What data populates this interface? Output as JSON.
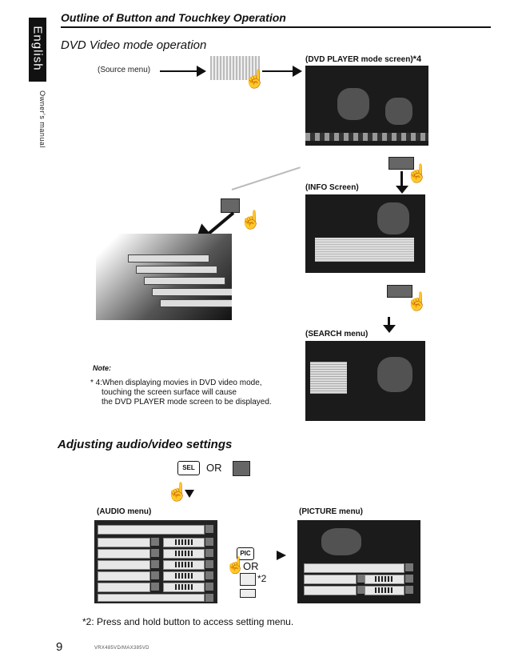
{
  "side_tab": {
    "language": "English",
    "manual_label": "Owner's manual"
  },
  "header": {
    "title": "Outline of Button and Touchkey Operation"
  },
  "section1": {
    "title": "DVD Video mode operation",
    "source_menu_label": "(Source menu)",
    "dvd_player_caption": "(DVD PLAYER mode screen)",
    "dvd_player_footnote_mark": "*4",
    "info_caption": "(INFO Screen)",
    "search_caption": "(SEARCH menu)"
  },
  "note": {
    "title": "Note:",
    "lines": [
      "* 4:When displaying movies in DVD video mode,",
      "touching the screen surface will cause",
      "the DVD PLAYER mode screen to be displayed."
    ]
  },
  "section2": {
    "title": "Adjusting audio/video settings",
    "sel_button": "SEL",
    "or_text": "OR",
    "audio_caption": "(AUDIO menu)",
    "picture_caption": "(PICTURE menu)",
    "pic_button": "PIC",
    "middle_or": "OR",
    "mid_footnote_mark": "*2"
  },
  "footer": {
    "footnote": "*2: Press and hold button to access setting menu.",
    "page_number": "9",
    "model": "VRX485VD/MAX385VD"
  },
  "icons": [
    "pointing-hand-icon",
    "arrow-right-icon",
    "arrow-down-icon",
    "arrow-down-left-icon"
  ]
}
